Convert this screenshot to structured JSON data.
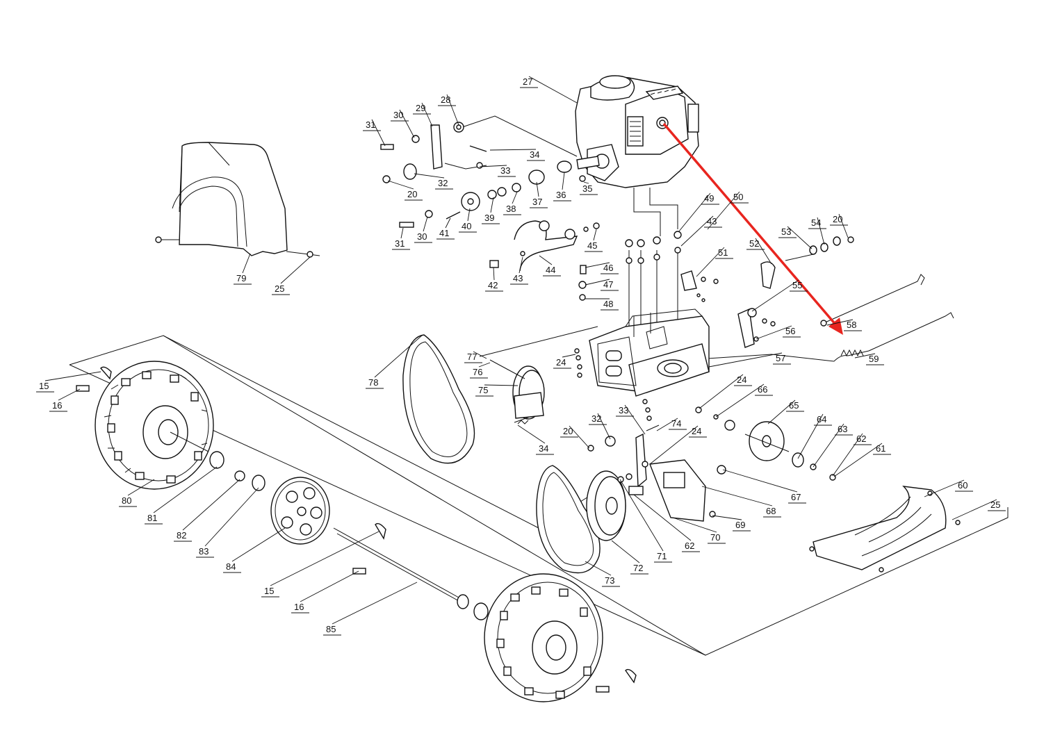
{
  "diagram": {
    "callouts": [
      {
        "n": "27"
      },
      {
        "n": "28"
      },
      {
        "n": "29"
      },
      {
        "n": "30"
      },
      {
        "n": "31"
      },
      {
        "n": "34"
      },
      {
        "n": "33"
      },
      {
        "n": "20"
      },
      {
        "n": "32"
      },
      {
        "n": "36"
      },
      {
        "n": "37"
      },
      {
        "n": "35"
      },
      {
        "n": "38"
      },
      {
        "n": "39"
      },
      {
        "n": "40"
      },
      {
        "n": "41"
      },
      {
        "n": "30"
      },
      {
        "n": "31"
      },
      {
        "n": "49"
      },
      {
        "n": "50"
      },
      {
        "n": "43"
      },
      {
        "n": "45"
      },
      {
        "n": "44"
      },
      {
        "n": "43"
      },
      {
        "n": "42"
      },
      {
        "n": "46"
      },
      {
        "n": "47"
      },
      {
        "n": "48"
      },
      {
        "n": "51"
      },
      {
        "n": "52"
      },
      {
        "n": "53"
      },
      {
        "n": "54"
      },
      {
        "n": "20"
      },
      {
        "n": "55"
      },
      {
        "n": "56"
      },
      {
        "n": "58"
      },
      {
        "n": "59"
      },
      {
        "n": "57"
      },
      {
        "n": "79"
      },
      {
        "n": "25"
      },
      {
        "n": "77"
      },
      {
        "n": "76"
      },
      {
        "n": "75"
      },
      {
        "n": "78"
      },
      {
        "n": "24"
      },
      {
        "n": "24"
      },
      {
        "n": "66"
      },
      {
        "n": "65"
      },
      {
        "n": "64"
      },
      {
        "n": "63"
      },
      {
        "n": "62"
      },
      {
        "n": "61"
      },
      {
        "n": "60"
      },
      {
        "n": "25"
      },
      {
        "n": "33"
      },
      {
        "n": "32"
      },
      {
        "n": "20"
      },
      {
        "n": "74"
      },
      {
        "n": "24"
      },
      {
        "n": "34"
      },
      {
        "n": "67"
      },
      {
        "n": "68"
      },
      {
        "n": "69"
      },
      {
        "n": "70"
      },
      {
        "n": "62"
      },
      {
        "n": "71"
      },
      {
        "n": "72"
      },
      {
        "n": "73"
      },
      {
        "n": "15"
      },
      {
        "n": "16"
      },
      {
        "n": "80"
      },
      {
        "n": "81"
      },
      {
        "n": "82"
      },
      {
        "n": "83"
      },
      {
        "n": "84"
      },
      {
        "n": "15"
      },
      {
        "n": "16"
      },
      {
        "n": "85"
      }
    ],
    "highlight_arrow_color": "#e8251f",
    "line_color": "#111111"
  }
}
